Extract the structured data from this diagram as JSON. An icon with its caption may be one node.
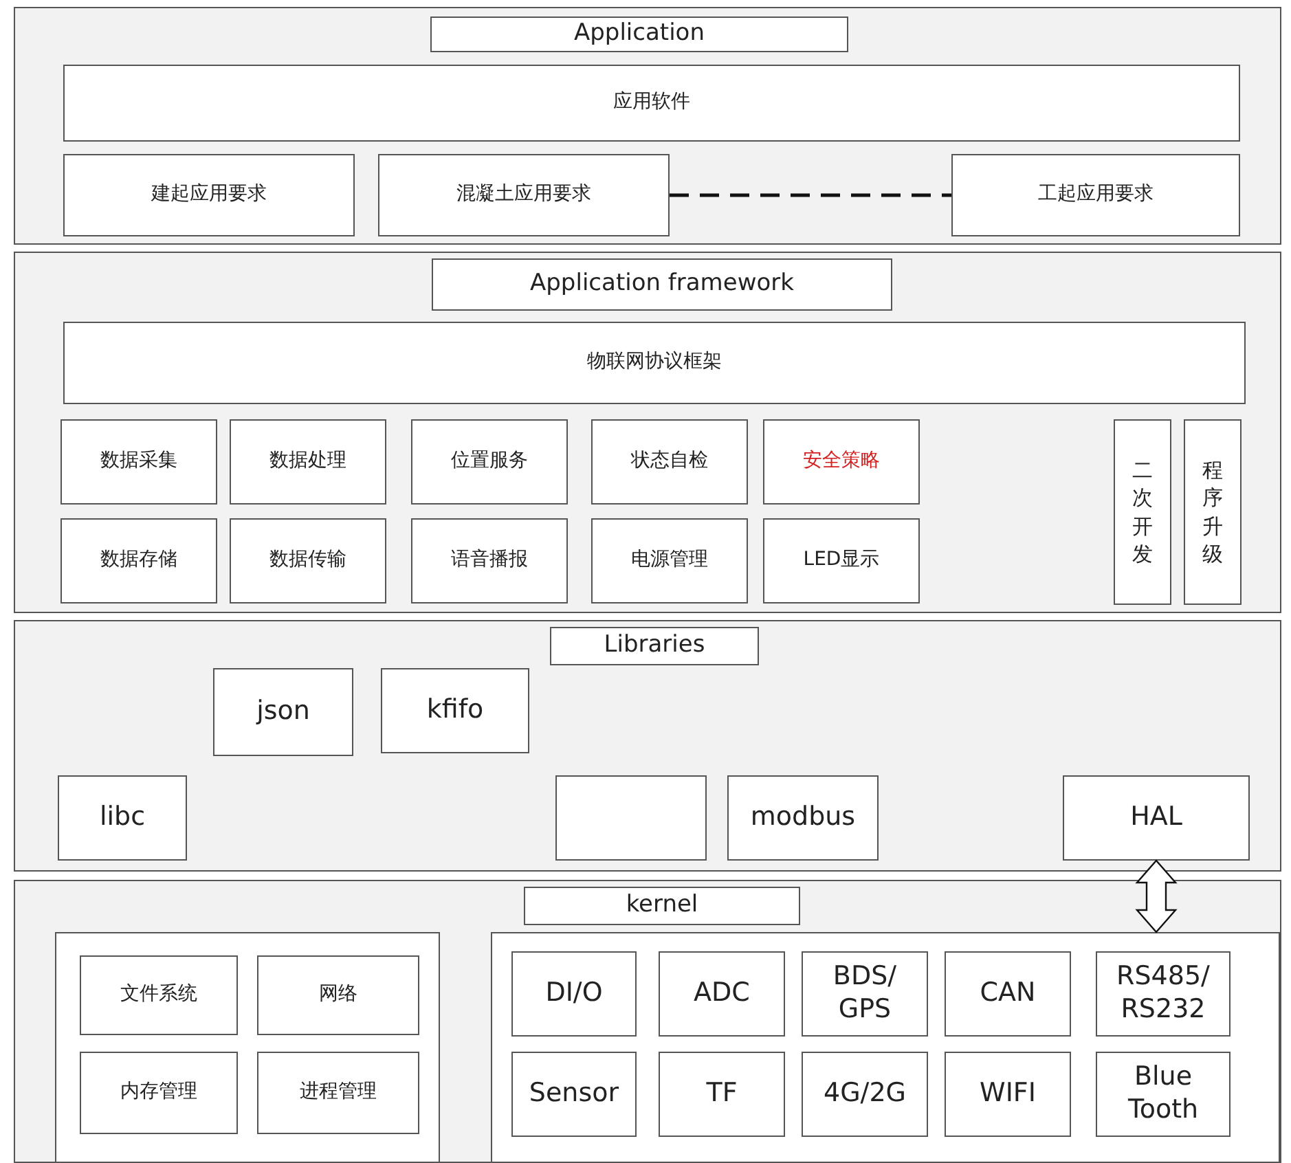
{
  "diagram": {
    "nodes": [
      {
        "text": [
          "Application"
        ]
      },
      {
        "text": [
          "应用软件"
        ],
        "in": 0
      },
      {
        "text": [
          "建起应用要求"
        ],
        "in": 0
      },
      {
        "text": [
          "混凝土应用要求"
        ],
        "in": 0
      },
      {
        "text": [
          "工起应用要求"
        ],
        "in": 0
      },
      {
        "text": [
          "Application framework"
        ]
      },
      {
        "text": [
          "物联网协议框架"
        ],
        "in": 5
      },
      {
        "text": [
          "数据采集"
        ],
        "in": 5
      },
      {
        "text": [
          "数据处理"
        ],
        "in": 5
      },
      {
        "text": [
          "位置服务"
        ],
        "in": 5
      },
      {
        "text": [
          "状态自检"
        ],
        "in": 5
      },
      {
        "text": [
          "安全策略"
        ],
        "in": 5
      },
      {
        "text": [
          "二次开发"
        ],
        "in": 5
      },
      {
        "text": [
          "程序升级"
        ],
        "in": 5
      },
      {
        "text": [
          "数据存储"
        ],
        "in": 5
      },
      {
        "text": [
          "数据传输"
        ],
        "in": 5
      },
      {
        "text": [
          "语音播报"
        ],
        "in": 5
      },
      {
        "text": [
          "电源管理"
        ],
        "in": 5
      },
      {
        "text": [
          "LED显示"
        ],
        "in": 5
      },
      {
        "text": [
          "Libraries"
        ]
      },
      {
        "text": [
          "json"
        ],
        "in": 19
      },
      {
        "text": [
          "kfifo"
        ],
        "in": 19
      },
      {
        "text": [
          "libc"
        ],
        "in": 19
      },
      {
        "text": [],
        "shape": "box",
        "in": 19
      },
      {
        "text": [
          "modbus"
        ],
        "in": 19
      },
      {
        "text": [
          "HAL"
        ],
        "in": 19
      },
      {
        "text": [
          "kernel"
        ]
      },
      {
        "text": [],
        "shape": "box",
        "in": 26
      },
      {
        "text": [
          "文件系统"
        ],
        "in": 27
      },
      {
        "text": [
          "网络"
        ],
        "in": 27
      },
      {
        "text": [
          "内存管理"
        ],
        "in": 27
      },
      {
        "text": [
          "进程管理"
        ],
        "in": 27
      },
      {
        "text": [],
        "shape": "box",
        "in": 26
      },
      {
        "text": [
          "DI/O"
        ],
        "in": 32
      },
      {
        "text": [
          "ADC"
        ],
        "in": 32
      },
      {
        "text": [
          "BDS/ GPS"
        ],
        "in": 32
      },
      {
        "text": [
          "CAN"
        ],
        "in": 32
      },
      {
        "text": [
          "RS485/ RS232"
        ],
        "in": 32
      },
      {
        "text": [
          "Sensor"
        ],
        "in": 32
      },
      {
        "text": [
          "TF"
        ],
        "in": 32
      },
      {
        "text": [
          "4G/2G"
        ],
        "in": 32
      },
      {
        "text": [
          "WIFI"
        ],
        "in": 32
      },
      {
        "text": [
          "Blue Tooth"
        ],
        "in": 32
      }
    ],
    "edges": [
      {
        "from": 3,
        "to": 4,
        "arrow": "none",
        "style": "dashed"
      },
      {
        "from": 25,
        "to": 32,
        "arrow": "both",
        "style": "thick"
      }
    ]
  }
}
